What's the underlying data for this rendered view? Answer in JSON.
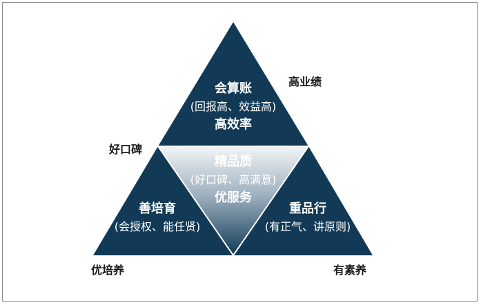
{
  "colors": {
    "triangle_fill": "#123a56",
    "center_gradient_light": "#f2f5f7",
    "center_gradient_dark": "#0f3a57",
    "text_on_dark": "#ffffff",
    "outside_text": "#1a1a1a"
  },
  "top": {
    "title": "会算账",
    "subtitle": "(回报高、效益高)",
    "bottom_title": "高效率"
  },
  "center": {
    "title": "精品质",
    "subtitle": "(好口碑、高满意)",
    "bottom_title": "优服务"
  },
  "left": {
    "title": "善培育",
    "subtitle": "(会授权、能任贤)"
  },
  "right": {
    "title": "重品行",
    "subtitle": "(有正气、讲原则)"
  },
  "outside_labels": {
    "top_right": "高业绩",
    "left": "好口碑",
    "bottom_left": "优培养",
    "bottom_right": "有素养"
  }
}
